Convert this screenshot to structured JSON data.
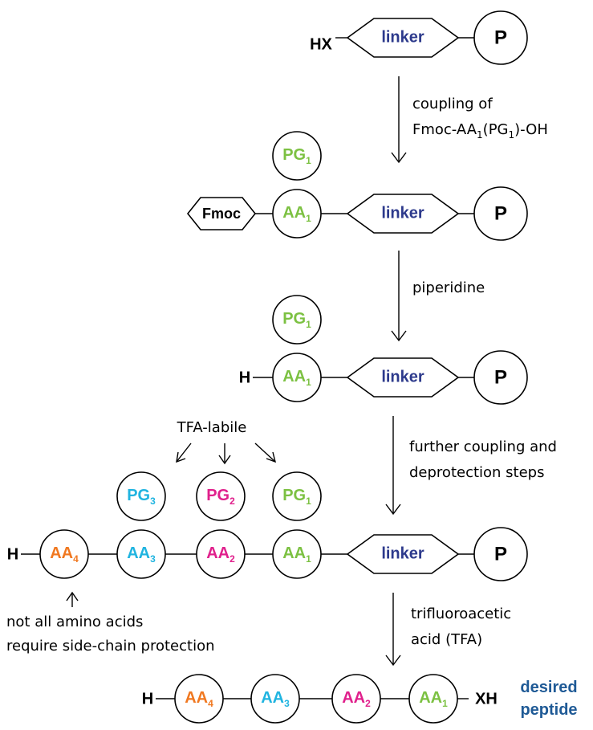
{
  "colors": {
    "linker": "#2d3a8c",
    "aa1": "#7cc142",
    "aa2": "#e0208c",
    "aa3": "#20b4e0",
    "aa4": "#f07820",
    "peptide": "#1f5a96",
    "ink": "#000000"
  },
  "labels": {
    "hx": "HX",
    "xh": "XH",
    "h": "H",
    "linker": "linker",
    "p": "P",
    "fmoc": "Fmoc",
    "pg": "PG",
    "aa": "AA",
    "sub1": "1",
    "sub2": "2",
    "sub3": "3",
    "sub4": "4"
  },
  "steps": {
    "coupling_line1": "coupling of",
    "coupling_line2_pre": "Fmoc-AA",
    "coupling_line2_mid": "(PG",
    "coupling_line2_post": ")-OH",
    "piperidine": "piperidine",
    "further_line1": "further coupling and",
    "further_line2": "deprotection steps",
    "tfa_line1": "trifluoroacetic",
    "tfa_line2": "acid (TFA)"
  },
  "annotations": {
    "tfa_labile": "TFA-labile",
    "note_line1": "not all amino acids",
    "note_line2": "require side-chain protection"
  },
  "product": {
    "line1": "desired",
    "line2": "peptide"
  }
}
